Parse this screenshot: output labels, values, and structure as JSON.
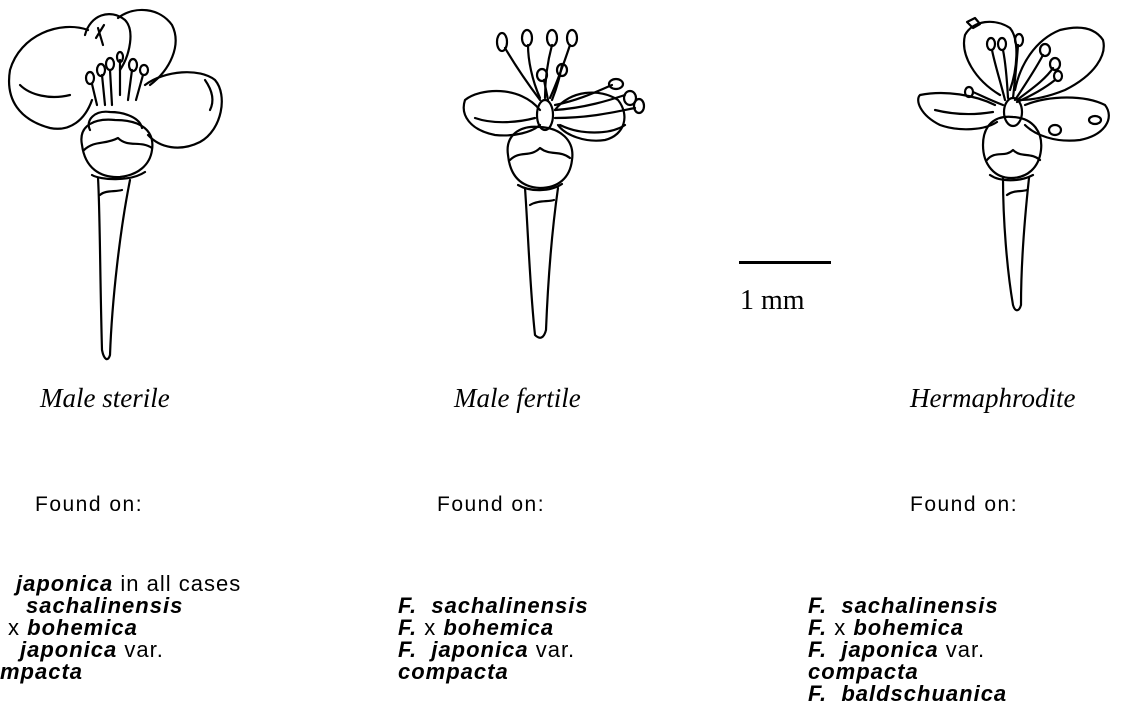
{
  "panels": [
    {
      "title": "Male sterile",
      "found_label": "Found on:",
      "lines": [
        {
          "sp": "japonica",
          "pl": " in all cases"
        },
        {
          "sp": "sachalinensis",
          "pl": ""
        },
        {
          "pre": "x ",
          "sp": "bohemica",
          "pl": ""
        },
        {
          "sp": "japonica",
          "pl": " var."
        },
        {
          "sp": "mpacta",
          "pl": ""
        }
      ]
    },
    {
      "title": "Male fertile",
      "found_label": "Found on:",
      "lines": [
        {
          "sp": "F.  sachalinensis",
          "pl": ""
        },
        {
          "sp": "F.",
          "pl": " x ",
          "sp2": "bohemica"
        },
        {
          "sp": "F.  japonica",
          "pl": " var."
        },
        {
          "sp": "compacta",
          "pl": ""
        }
      ]
    },
    {
      "title": "Hermaphrodite",
      "found_label": "Found on:",
      "lines": [
        {
          "sp": "F.  sachalinensis",
          "pl": ""
        },
        {
          "sp": "F.",
          "pl": " x ",
          "sp2": "bohemica"
        },
        {
          "sp": "F.  japonica",
          "pl": " var."
        },
        {
          "sp": "compacta",
          "pl": ""
        },
        {
          "sp": "F.  baldschuanica",
          "pl": ""
        }
      ]
    }
  ],
  "scale": {
    "label": "1 mm"
  }
}
